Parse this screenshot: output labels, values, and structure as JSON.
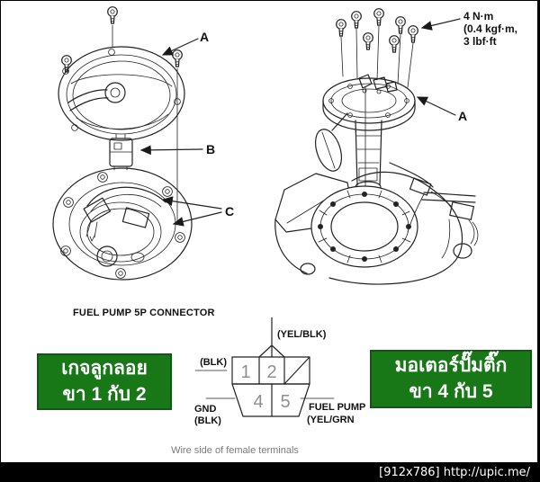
{
  "colors": {
    "green": "#187818",
    "green_border": "#0e5a0e",
    "line_art": "#222222",
    "caption_gray": "#7b7b7b",
    "pin_number_gray": "#8f8f8f",
    "footer_bg": "#000000",
    "footer_text": "#ffffff"
  },
  "diagrams": {
    "torque_note": {
      "line1": "4 N·m",
      "line2": "(0.4 kgf·m,",
      "line3": "3 lbf·ft"
    },
    "labels": {
      "cover": "A",
      "pump_unit": "A",
      "connector": "B",
      "harness": "C"
    }
  },
  "connector": {
    "heading": "FUEL PUMP 5P CONNECTOR",
    "pins": {
      "p1": "1",
      "p2": "2",
      "p4": "4",
      "p5": "5"
    },
    "wire_labels": {
      "top": "(YEL/BLK)",
      "left": "(BLK)",
      "bottom_left_1": "GND",
      "bottom_left_2": "(BLK)",
      "bottom_right_1": "FUEL PUMP",
      "bottom_right_2": "(YEL/GRN"
    },
    "caption": "Wire side of female terminals"
  },
  "callouts": {
    "left": {
      "line1": "เกจลูกลอย",
      "line2": "ขา 1 กับ 2"
    },
    "right": {
      "line1": "มอเตอร์ปั๊มติ๊ก",
      "line2": "ขา 4 กับ 5"
    }
  },
  "footer": {
    "watermark": "[912x786] http://upic.me/"
  }
}
